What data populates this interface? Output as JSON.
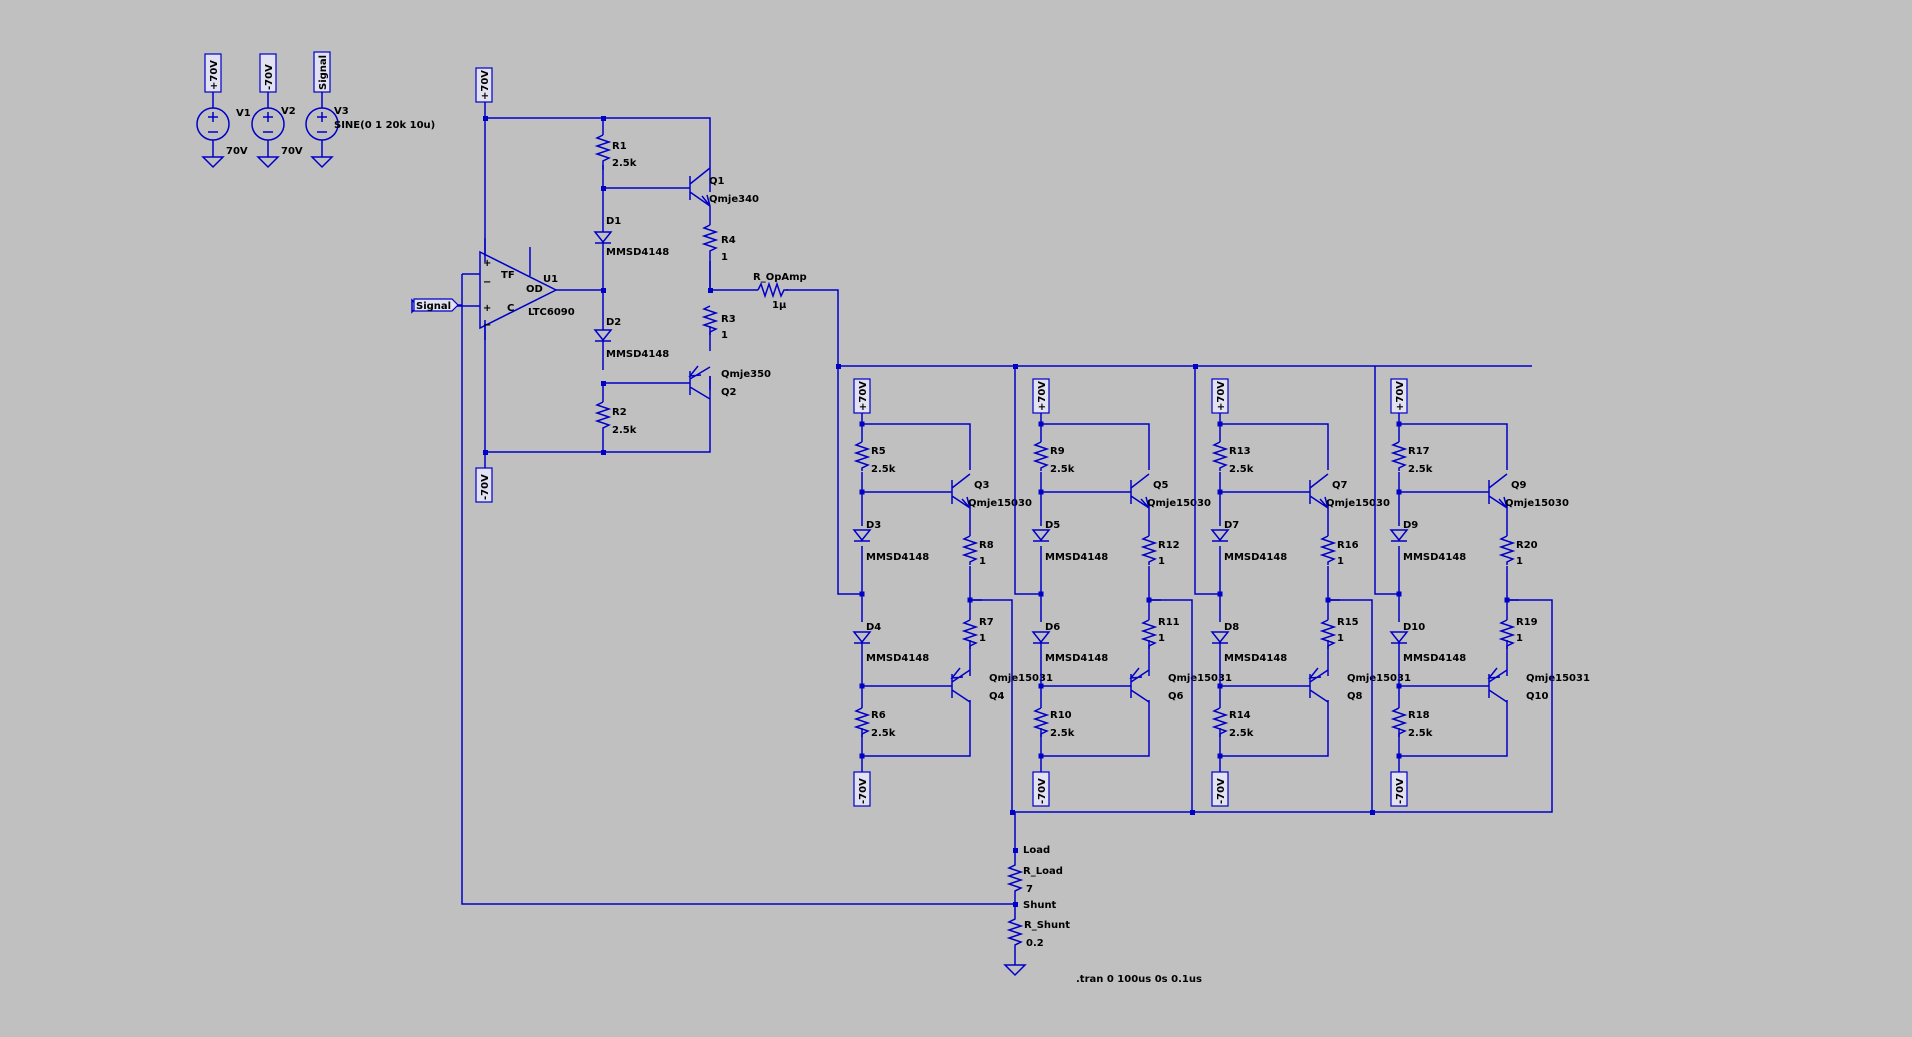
{
  "colors": {
    "background": "#c0c0c0",
    "wire": "#0000c8",
    "text": "#000000"
  },
  "directive": ".tran 0 100us 0s 0.1us",
  "sources": [
    {
      "name": "V1",
      "value": "70V",
      "flag": "+70V"
    },
    {
      "name": "V2",
      "value": "70V",
      "flag": "-70V"
    },
    {
      "name": "V3",
      "value": "SINE(0 1 20k 10u)",
      "flag": "Signal"
    }
  ],
  "opamp": {
    "name": "U1",
    "model": "LTC6090",
    "signal_flag": "Signal",
    "pin_tf": "TF",
    "pin_od": "OD",
    "pin_c": "C"
  },
  "driver": {
    "r1": {
      "name": "R1",
      "value": "2.5k"
    },
    "r2": {
      "name": "R2",
      "value": "2.5k"
    },
    "r3": {
      "name": "R3",
      "value": "1"
    },
    "r4": {
      "name": "R4",
      "value": "1"
    },
    "d1": {
      "name": "D1",
      "model": "MMSD4148"
    },
    "d2": {
      "name": "D2",
      "model": "MMSD4148"
    },
    "q1": {
      "name": "Q1",
      "model": "Qmje340"
    },
    "q2": {
      "name": "Q2",
      "model": "Qmje350"
    },
    "ropamp": {
      "name": "R_OpAmp",
      "value": "1µ"
    },
    "flag_pos": "+70V",
    "flag_neg": "-70V"
  },
  "stages": [
    {
      "rt": "R5",
      "rt_val": "2.5k",
      "rb": "R6",
      "rb_val": "2.5k",
      "dt": "D3",
      "db": "D4",
      "dmodel": "MMSD4148",
      "qt": "Q3",
      "qt_model": "Qmje15030",
      "qb": "Q4",
      "qb_model": "Qmje15031",
      "re_t": "R8",
      "re_t_val": "1",
      "re_b": "R7",
      "re_b_val": "1",
      "flag_pos": "+70V",
      "flag_neg": "-70V"
    },
    {
      "rt": "R9",
      "rt_val": "2.5k",
      "rb": "R10",
      "rb_val": "2.5k",
      "dt": "D5",
      "db": "D6",
      "dmodel": "MMSD4148",
      "qt": "Q5",
      "qt_model": "Qmje15030",
      "qb": "Q6",
      "qb_model": "Qmje15031",
      "re_t": "R12",
      "re_t_val": "1",
      "re_b": "R11",
      "re_b_val": "1",
      "flag_pos": "+70V",
      "flag_neg": "-70V"
    },
    {
      "rt": "R13",
      "rt_val": "2.5k",
      "rb": "R14",
      "rb_val": "2.5k",
      "dt": "D7",
      "db": "D8",
      "dmodel": "MMSD4148",
      "qt": "Q7",
      "qt_model": "Qmje15030",
      "qb": "Q8",
      "qb_model": "Qmje15031",
      "re_t": "R16",
      "re_t_val": "1",
      "re_b": "R15",
      "re_b_val": "1",
      "flag_pos": "+70V",
      "flag_neg": "-70V"
    },
    {
      "rt": "R17",
      "rt_val": "2.5k",
      "rb": "R18",
      "rb_val": "2.5k",
      "dt": "D9",
      "db": "D10",
      "dmodel": "MMSD4148",
      "qt": "Q9",
      "qt_model": "Qmje15030",
      "qb": "Q10",
      "qb_model": "Qmje15031",
      "re_t": "R20",
      "re_t_val": "1",
      "re_b": "R19",
      "re_b_val": "1",
      "flag_pos": "+70V",
      "flag_neg": "-70V"
    }
  ],
  "output": {
    "load_node": "Load",
    "shunt_node": "Shunt",
    "r_load": {
      "name": "R_Load",
      "value": "7"
    },
    "r_shunt": {
      "name": "R_Shunt",
      "value": "0.2"
    }
  }
}
